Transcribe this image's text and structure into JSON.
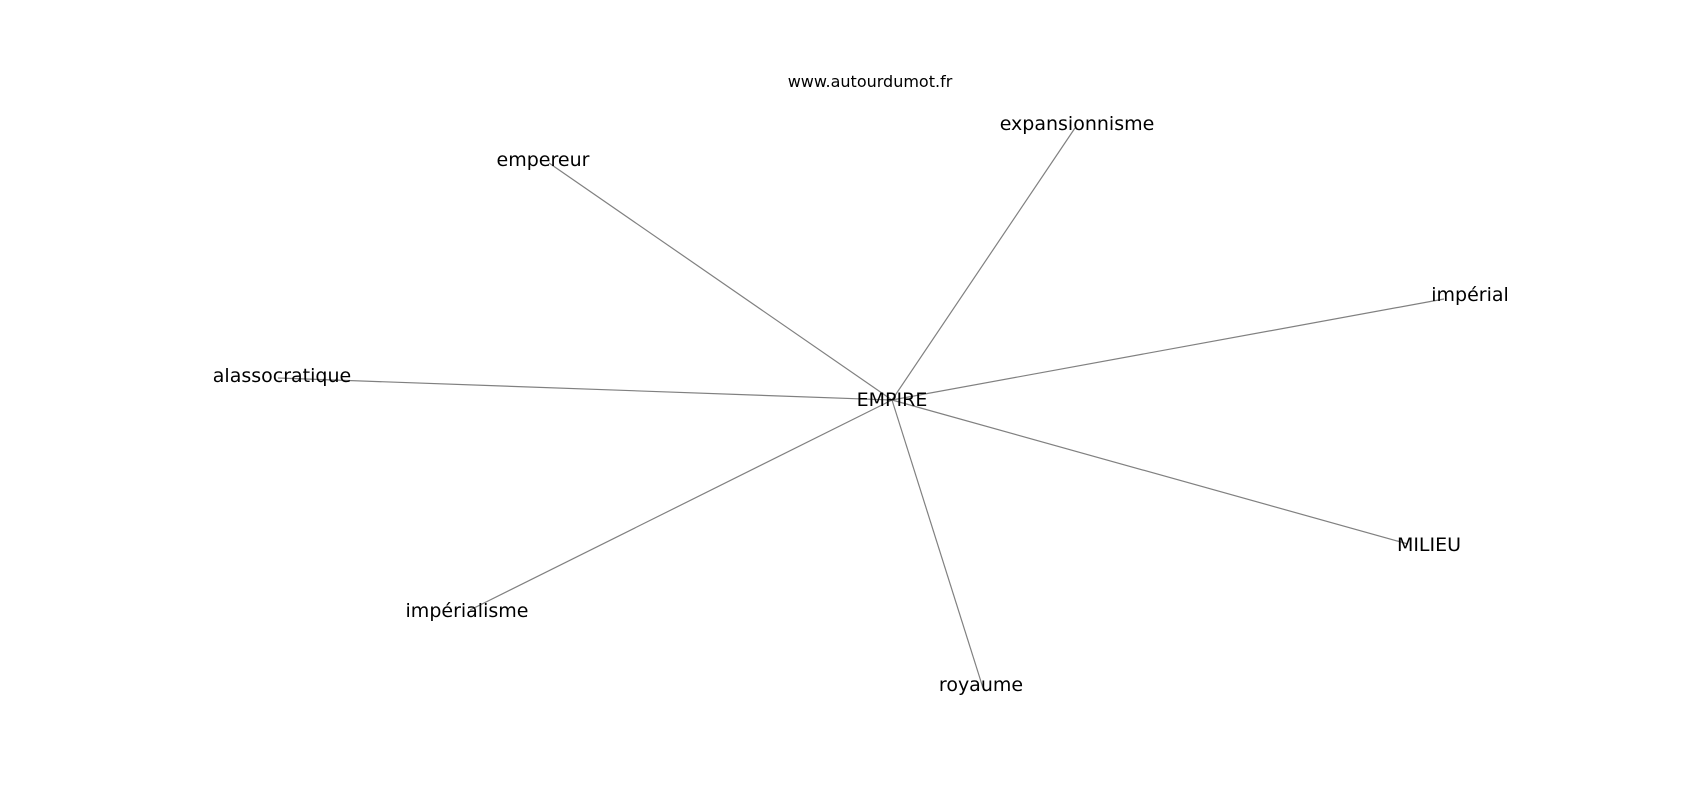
{
  "source": "www.autourdumot.fr",
  "edge_color": "#808080",
  "text_color": "#000000",
  "center": {
    "id": "empire",
    "label": "EMPIRE"
  },
  "nodes": [
    {
      "id": "expansionnisme",
      "label": "expansionnisme"
    },
    {
      "id": "empereur",
      "label": "empereur"
    },
    {
      "id": "imperial",
      "label": "impérial"
    },
    {
      "id": "alassocratique",
      "label": "alassocratique"
    },
    {
      "id": "milieu",
      "label": "MILIEU"
    },
    {
      "id": "imperialisme",
      "label": "impérialisme"
    },
    {
      "id": "royaume",
      "label": "royaume"
    }
  ],
  "edges": [
    {
      "from": "empire",
      "to": "expansionnisme"
    },
    {
      "from": "empire",
      "to": "empereur"
    },
    {
      "from": "empire",
      "to": "imperial"
    },
    {
      "from": "empire",
      "to": "alassocratique"
    },
    {
      "from": "empire",
      "to": "milieu"
    },
    {
      "from": "empire",
      "to": "imperialisme"
    },
    {
      "from": "empire",
      "to": "royaume"
    }
  ]
}
